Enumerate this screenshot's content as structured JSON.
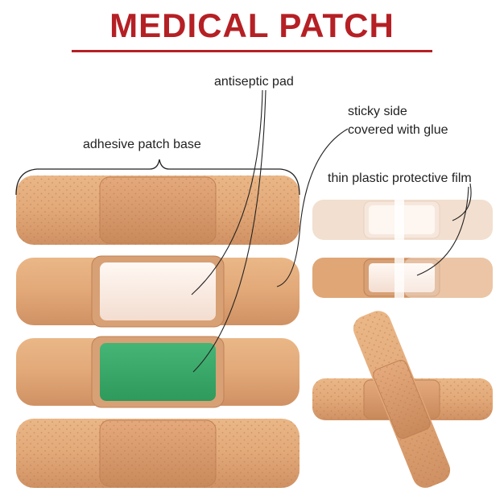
{
  "title": "MEDICAL PATCH",
  "labels": {
    "antiseptic_pad": "antiseptic pad",
    "sticky_side_line1": "sticky side",
    "sticky_side_line2": "covered with glue",
    "adhesive_base": "adhesive patch base",
    "protective_film": "thin plastic protective film"
  },
  "colors": {
    "title": "#b52025",
    "patch": "#e2a878",
    "patch_dark": "#c98b5c",
    "pad": "#d59a6b",
    "pad_white": "#fbefe8",
    "pad_green": "#3cac6c",
    "film": "#f0dccc"
  }
}
